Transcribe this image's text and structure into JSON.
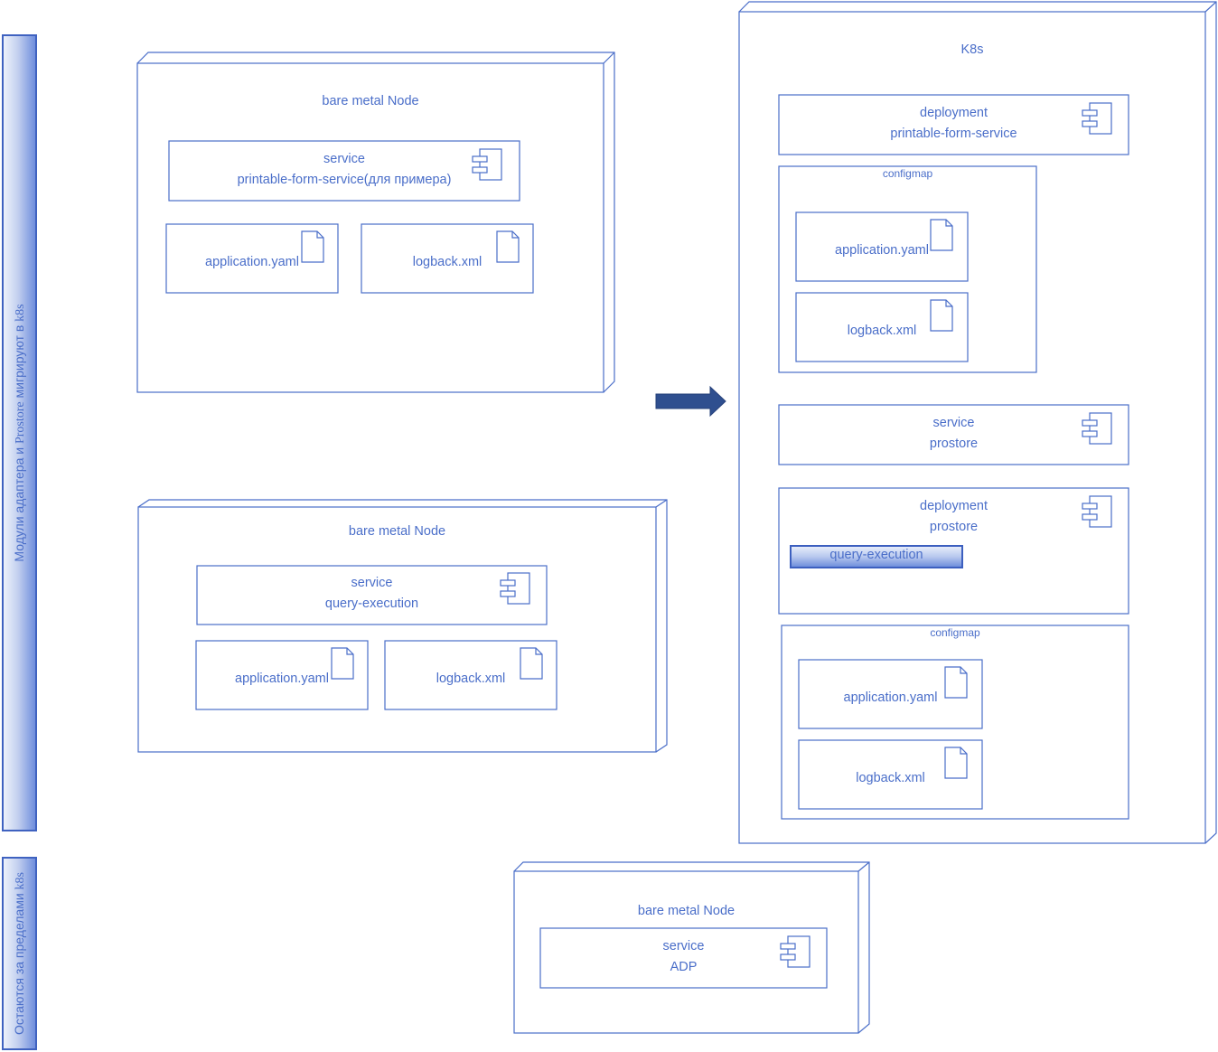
{
  "sidebars": {
    "migrate": {
      "prefix": "Модули адаптера и ",
      "brand": "Prostore",
      "mid": " мигрируют в ",
      "suffix": "k8s"
    },
    "remain": {
      "prefix": "Остаются за пределами ",
      "suffix": "k8s"
    }
  },
  "node1": {
    "title": "bare metal Node",
    "service_line1": "service",
    "service_line2": "printable-form-service(для примера)",
    "file1": "application.yaml",
    "file2": "logback.xml"
  },
  "node2": {
    "title": "bare metal Node",
    "service_line1": "service",
    "service_line2": "query-execution",
    "file1": "application.yaml",
    "file2": "logback.xml"
  },
  "node3": {
    "title": "bare metal Node",
    "service_line1": "service",
    "service_line2": "ADP"
  },
  "k8s": {
    "title": "K8s",
    "deployment1_line1": "deployment",
    "deployment1_line2": "printable-form-service",
    "configmap1_label": "configmap",
    "configmap1_file1": "application.yaml",
    "configmap1_file2": "logback.xml",
    "service_line1": "service",
    "service_line2": "prostore",
    "deployment2_line1": "deployment",
    "deployment2_line2": "prostore",
    "deployment2_tag": "query-execution",
    "configmap2_label": "configmap",
    "configmap2_file1": "application.yaml",
    "configmap2_file2": "logback.xml"
  },
  "colors": {
    "stroke": "#4a6ec9",
    "arrow": "#2f4f8f",
    "text": "#4a6ec9"
  },
  "icons": [
    "component-icon",
    "document-icon",
    "right-arrow-icon"
  ]
}
